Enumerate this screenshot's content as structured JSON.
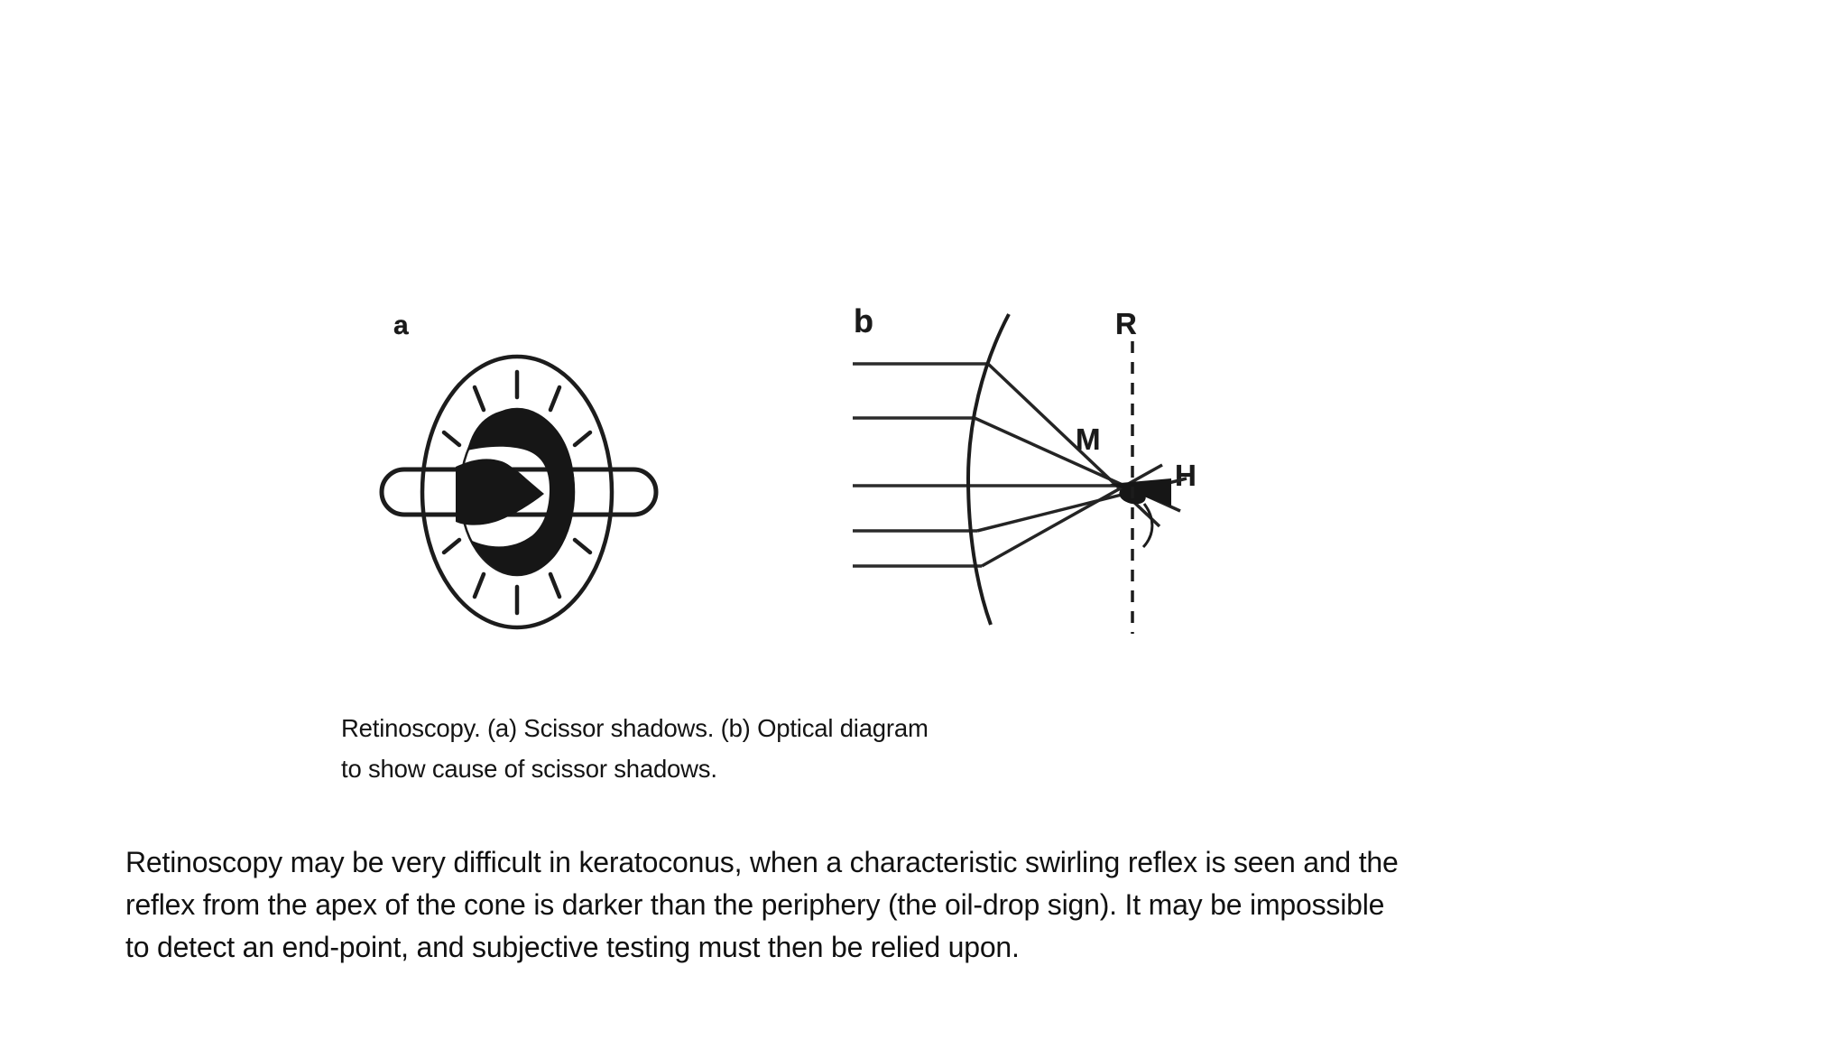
{
  "page": {
    "background": "#ffffff",
    "ink_color": "#1c1c1c",
    "text_color": "#111111"
  },
  "figure": {
    "panel_a_label": "a",
    "panel_b_label": "b",
    "optical_labels": {
      "retinoscope_plane": "R",
      "marginal_focus": "M",
      "axial_focus": "H"
    },
    "caption": {
      "lines": [
        "Retinoscopy. (a) Scissor shadows. (b) Optical diagram",
        "to show cause of scissor shadows."
      ]
    }
  },
  "body_text": {
    "lines": [
      "Retinoscopy may be very difficult in keratoconus, when a characteristic swirling reflex is seen and the",
      "reflex from the apex of the cone is darker than the periphery (the oil-drop sign). It may be impossible",
      "to detect an end-point, and subjective testing must then be relied upon."
    ]
  }
}
